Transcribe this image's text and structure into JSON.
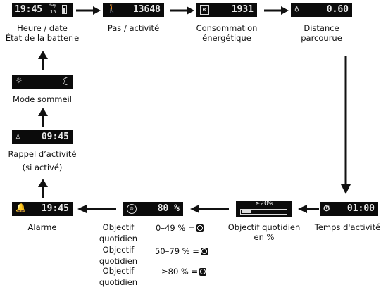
{
  "screens": {
    "time": {
      "value": "19:45",
      "small_top": "May",
      "small_bottom": "15"
    },
    "steps": {
      "value": "13648"
    },
    "energy": {
      "value": "1931"
    },
    "distance": {
      "value": "0.60"
    },
    "sleep": {},
    "reminder": {
      "value": "09:45"
    },
    "alarm": {
      "value": "19:45"
    },
    "goal_smiley": {
      "value": "80 %"
    },
    "goal_bar": {
      "value": "≥20%",
      "fill": 0.2
    },
    "activity_time": {
      "value": "01:00"
    }
  },
  "captions": {
    "time_1": "Heure / date",
    "time_2": "État de la batterie",
    "steps": "Pas / activité",
    "energy_1": "Consommation",
    "energy_2": "énergétique",
    "distance_1": "Distance",
    "distance_2": "parcourue",
    "sleep": "Mode sommeil",
    "reminder_1": "Rappel d’activité",
    "reminder_2": "(si activé)",
    "alarm": "Alarme",
    "goal_pct_1": "Objectif quotidien",
    "goal_pct_2": "en %",
    "activity_time": "Temps d'activité"
  },
  "legend": [
    {
      "label_1": "Objectif",
      "label_2": "quotidien",
      "range": "0–49 % ="
    },
    {
      "label_1": "Objectif",
      "label_2": "quotidien",
      "range": "50–79 % ="
    },
    {
      "label_1": "Objectif",
      "label_2": "quotidien",
      "range": "≥80 % ="
    }
  ]
}
